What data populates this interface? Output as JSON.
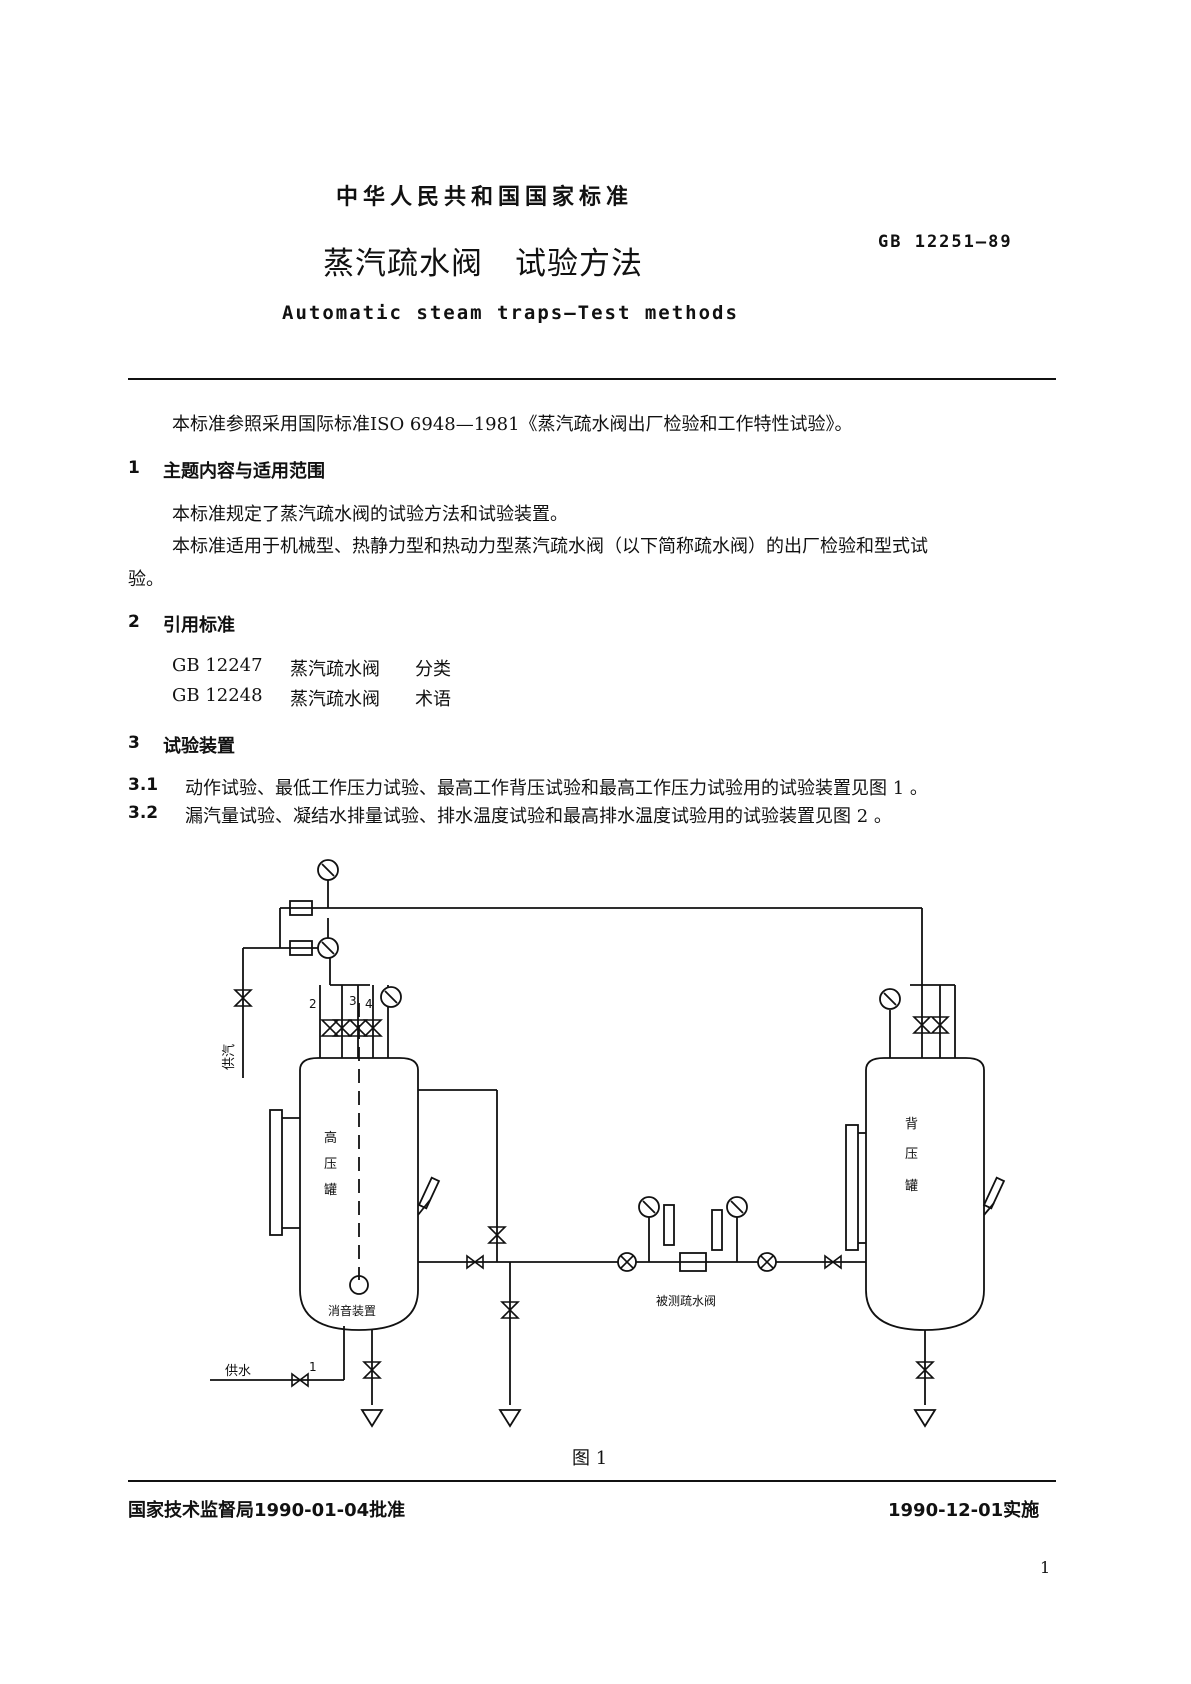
{
  "header": {
    "national_standard": "中华人民共和国国家标准",
    "title_cn": "蒸汽疏水阀　试验方法",
    "title_en": "Automatic steam traps—Test methods",
    "code": "GB 12251—89"
  },
  "intro": "本标准参照采用国际标准ISO 6948—1981《蒸汽疏水阀出厂检验和工作特性试验》。",
  "sections": [
    {
      "num": "1",
      "title": "主题内容与适用范围",
      "paragraphs": [
        "本标准规定了蒸汽疏水阀的试验方法和试验装置。",
        "本标准适用于机械型、热静力型和热动力型蒸汽疏水阀（以下简称疏水阀）的出厂检验和型式试",
        "验。"
      ]
    },
    {
      "num": "2",
      "title": "引用标准",
      "refs": [
        {
          "code": "GB  12247",
          "name": "蒸汽疏水阀",
          "part": "分类"
        },
        {
          "code": "GB  12248",
          "name": "蒸汽疏水阀",
          "part": "术语"
        }
      ]
    },
    {
      "num": "3",
      "title": "试验装置",
      "clauses": [
        {
          "num": "3.1",
          "text": "动作试验、最低工作压力试验、最高工作背压试验和最高工作压力试验用的试验装置见图 1 。"
        },
        {
          "num": "3.2",
          "text": "漏汽量试验、凝结水排量试验、排水温度试验和最高排水温度试验用的试验装置见图 2 。"
        }
      ]
    }
  ],
  "figure": {
    "caption": "图 1",
    "labels": {
      "steam_supply": "供汽",
      "water_supply": "供水",
      "hp_tank": [
        "高",
        "压",
        "罐"
      ],
      "bp_tank": [
        "背",
        "压",
        "罐"
      ],
      "silencer": "消音装置",
      "trap_under_test": "被测疏水阀",
      "num_1": "1",
      "num_2": "2",
      "num_3": "3",
      "num_4": "4"
    }
  },
  "footer": {
    "approval": "国家技术监督局1990-01-04批准",
    "effective": "1990-12-01实施"
  },
  "page_number": "1"
}
